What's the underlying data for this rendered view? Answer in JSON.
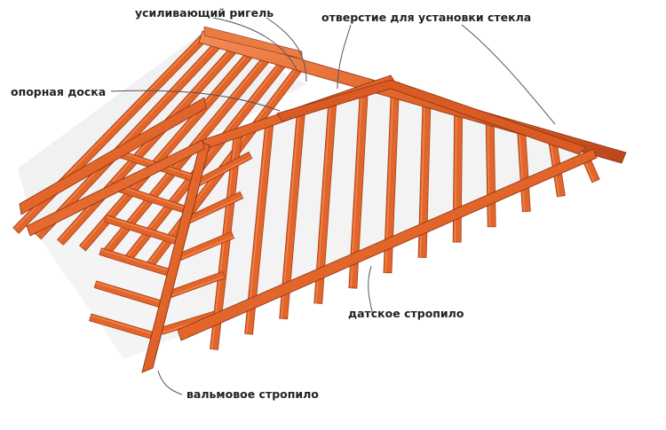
{
  "labels": {
    "reinforcing_beam": "усиливающий ригель",
    "glass_opening": "отверстие для установки стекла",
    "support_board": "опорная доска",
    "danish_rafter": "датское стропило",
    "hip_rafter": "вальмовое стропило"
  },
  "colors": {
    "wood": "#e2652a",
    "wood_light": "#f08a52",
    "wood_dark": "#a83d17",
    "glass": "#f1f1f1",
    "leader": "#555555"
  }
}
